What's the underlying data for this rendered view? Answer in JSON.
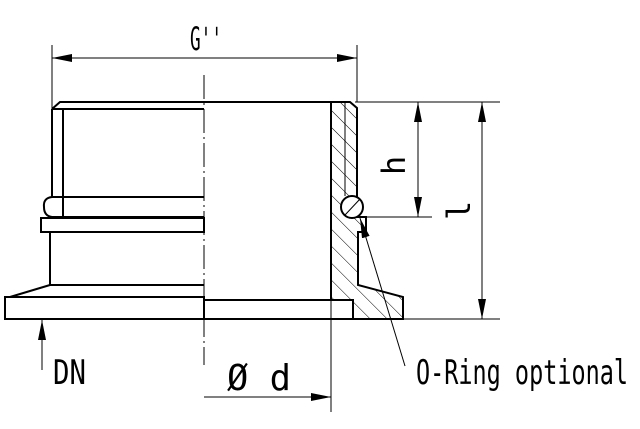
{
  "drawing": {
    "labels": {
      "thread": "G''",
      "nominal_diameter": "DN",
      "bore_diameter": "Ø d",
      "height_h": "h",
      "length_l": "l",
      "oring_note": "O-Ring optional"
    },
    "colors": {
      "line": "#000000",
      "background": "#ffffff"
    }
  }
}
